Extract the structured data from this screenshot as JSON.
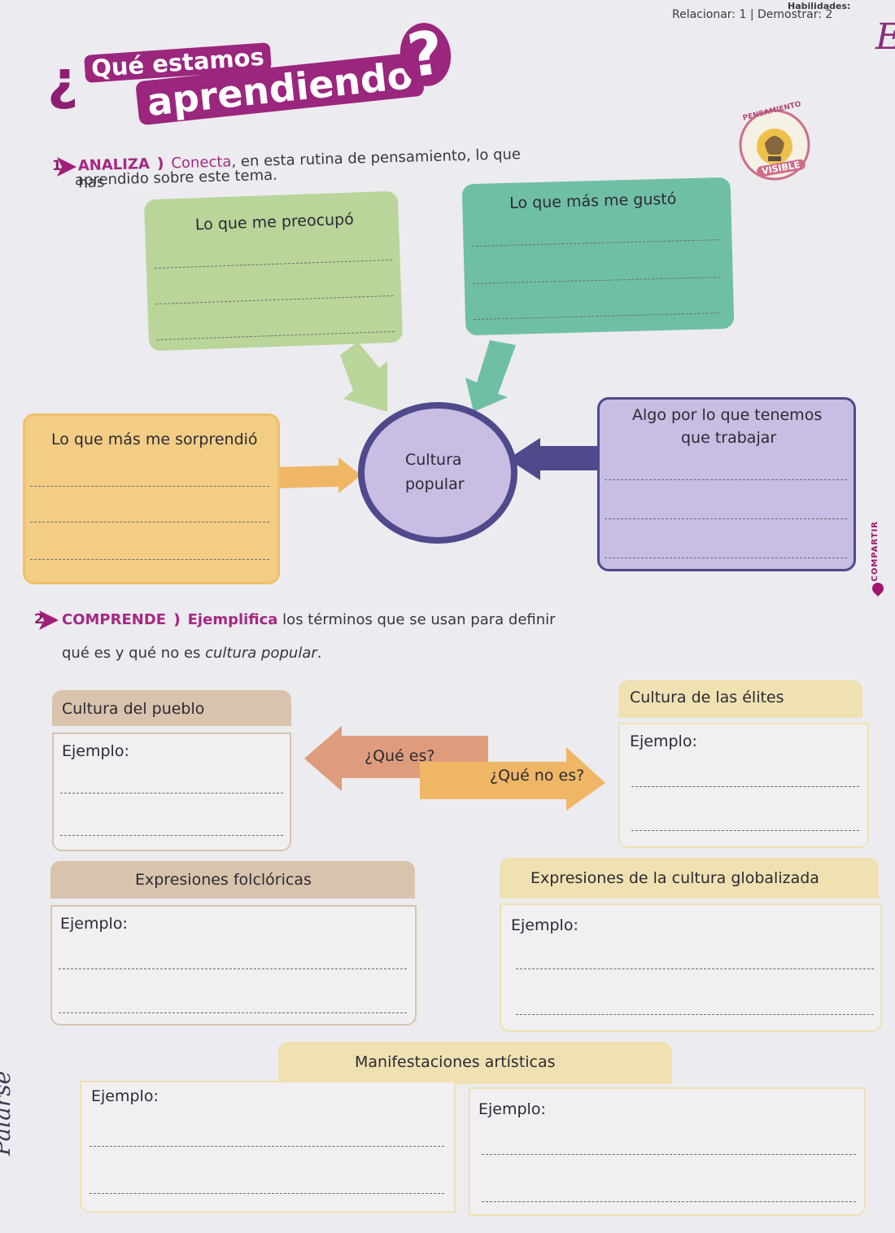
{
  "header": {
    "skills_label": "Habilidades:",
    "skills_values": "Relacionar: 1 | Demostrar: 2",
    "corner_letter": "E"
  },
  "title": {
    "open_mark": "¿",
    "line1": "Qué estamos",
    "line2": "aprendiendo",
    "close_mark": "?"
  },
  "badge": {
    "top_text": "PENSAMIENTO",
    "bottom_text": "VISIBLE"
  },
  "side_tab": {
    "label": "COMPARTIR"
  },
  "activity1": {
    "number": "1",
    "skill": "ANALIZA",
    "verb": "Conecta",
    "line1_rest": ", en esta rutina de pensamiento, lo que has",
    "line2": "aprendido sobre este tema.",
    "preocupo": "Lo que me preocupó",
    "gusto": "Lo que más me gustó",
    "sorprendio": "Lo que más me sorprendió",
    "trabajar_line1": "Algo por lo que tenemos",
    "trabajar_line2": "que trabajar",
    "center_line1": "Cultura",
    "center_line2": "popular"
  },
  "activity2": {
    "number": "2",
    "skill": "COMPRENDE",
    "verb": "Ejemplifica",
    "line1_rest": " los términos que se usan para definir",
    "line2_start": "qué es y qué no es ",
    "line2_italic": "cultura popular",
    "line2_end": ".",
    "arrow_que_es": "¿Qué es?",
    "arrow_que_no_es": "¿Qué no es?",
    "boxes": {
      "pueblo": {
        "title": "Cultura del pueblo",
        "example": "Ejemplo:"
      },
      "elites": {
        "title": "Cultura de las élites",
        "example": "Ejemplo:"
      },
      "folcloricas": {
        "title": "Expresiones folclóricas",
        "example": "Ejemplo:"
      },
      "globalizada": {
        "title": "Expresiones de la cultura globalizada",
        "example": "Ejemplo:"
      },
      "artisticas": {
        "title": "Manifestaciones artísticas",
        "example_left": "Ejemplo:",
        "example_right": "Ejemplo:"
      }
    }
  },
  "handwriting": {
    "text": "Palarse"
  },
  "colors": {
    "green": "#b9d59a",
    "teal": "#6fbfa6",
    "orange": "#f3cd84",
    "lilac": "#c9bde3",
    "purple": "#4e4a8c",
    "tan": "#d8c3ad",
    "cream": "#efe1b1",
    "salmon": "#df9c7d",
    "gold": "#efb765",
    "magenta": "#a0156f"
  }
}
